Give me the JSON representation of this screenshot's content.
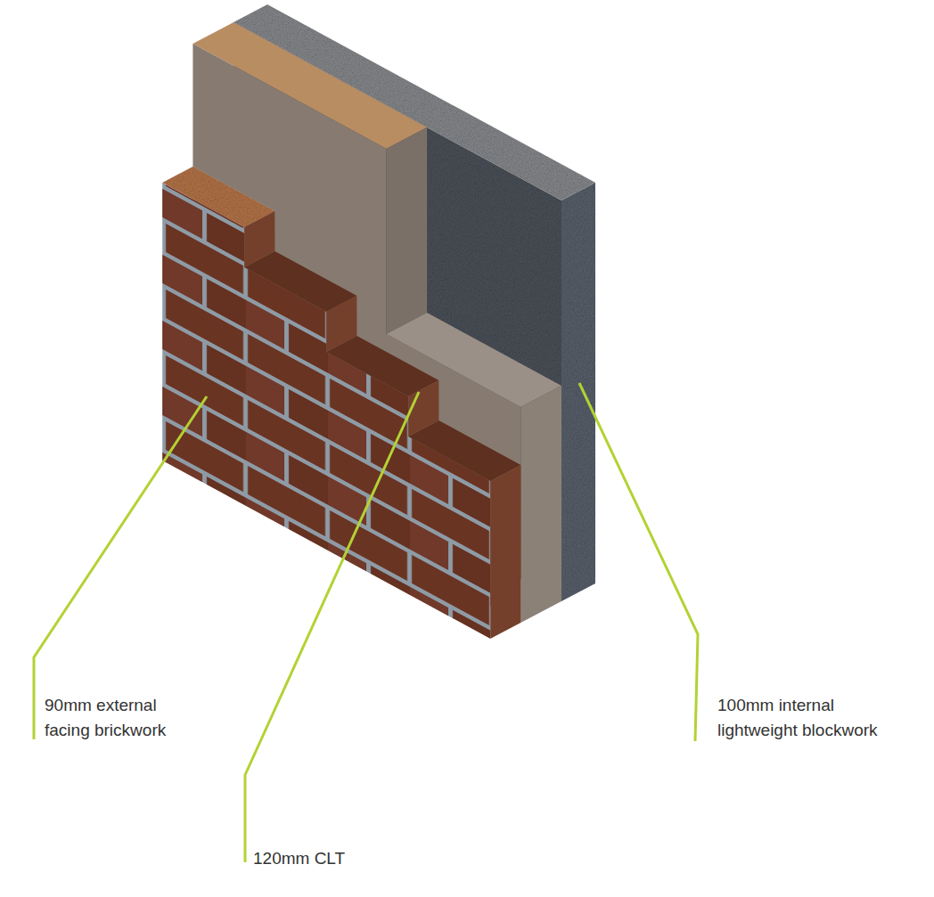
{
  "diagram": {
    "labels": [
      "90mm external facing brickwork",
      "120mm CLT",
      "100mm internal lightweight blockwork"
    ]
  }
}
